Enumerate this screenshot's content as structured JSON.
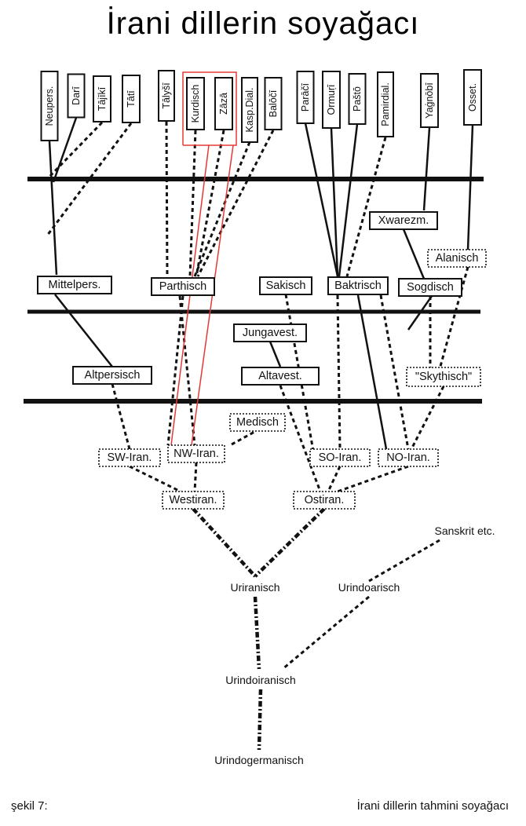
{
  "title": "İrani dillerin soyağacı",
  "caption": {
    "figure": "şekil 7:",
    "description": "İrani dillerin tahmini soyağacı"
  },
  "colors": {
    "line": "#111111",
    "highlight": "#e53935"
  },
  "modern_languages": [
    {
      "id": "neupers",
      "label": "Neupers."
    },
    {
      "id": "dari",
      "label": "Darī"
    },
    {
      "id": "tajiki",
      "label": "Tājīkī"
    },
    {
      "id": "tati",
      "label": "Tātī"
    },
    {
      "id": "talysi",
      "label": "Tālyšī"
    },
    {
      "id": "kurdisch",
      "label": "Kurdisch"
    },
    {
      "id": "zaza",
      "label": "Zāzā"
    },
    {
      "id": "kasp",
      "label": "Kasp.Dial."
    },
    {
      "id": "balochi",
      "label": "Balōčī"
    },
    {
      "id": "paraci",
      "label": "Parāčī"
    },
    {
      "id": "ormuri",
      "label": "Ormuṛī"
    },
    {
      "id": "pasto",
      "label": "Paštō"
    },
    {
      "id": "pamir",
      "label": "Pamirdial."
    },
    {
      "id": "yagnobi",
      "label": "Yaġnōbī"
    },
    {
      "id": "osset",
      "label": "Osset."
    }
  ],
  "middle_languages": [
    {
      "id": "xwarezm",
      "label": "Xwarezm."
    },
    {
      "id": "alanisch",
      "label": "Alanisch"
    },
    {
      "id": "mittelpers",
      "label": "Mittelpers."
    },
    {
      "id": "parthisch",
      "label": "Parthisch"
    },
    {
      "id": "sakisch",
      "label": "Sakisch"
    },
    {
      "id": "baktrisch",
      "label": "Baktrisch"
    },
    {
      "id": "sogdisch",
      "label": "Sogdisch"
    }
  ],
  "old_languages": [
    {
      "id": "jungavest",
      "label": "Jungavest."
    },
    {
      "id": "altpersisch",
      "label": "Altpersisch"
    },
    {
      "id": "altavest",
      "label": "Altavest."
    },
    {
      "id": "skythisch",
      "label": "\"Skythisch\""
    },
    {
      "id": "medisch",
      "label": "Medisch"
    }
  ],
  "proto_groups": [
    {
      "id": "swiran",
      "label": "SW-Iran."
    },
    {
      "id": "nwiran",
      "label": "NW-Iran."
    },
    {
      "id": "soiran",
      "label": "SO-Iran."
    },
    {
      "id": "noiran",
      "label": "NO-Iran."
    },
    {
      "id": "westiran",
      "label": "Westiran."
    },
    {
      "id": "ostiran",
      "label": "Ostiran."
    }
  ],
  "root_nodes": [
    {
      "id": "sanskrit",
      "label": "Sanskrit etc."
    },
    {
      "id": "uriranisch",
      "label": "Uriranisch"
    },
    {
      "id": "urindoarisch",
      "label": "Urindoarisch"
    },
    {
      "id": "urindoiranisch",
      "label": "Urindoiranisch"
    },
    {
      "id": "urindogermanisch",
      "label": "Urindogermanisch"
    }
  ]
}
